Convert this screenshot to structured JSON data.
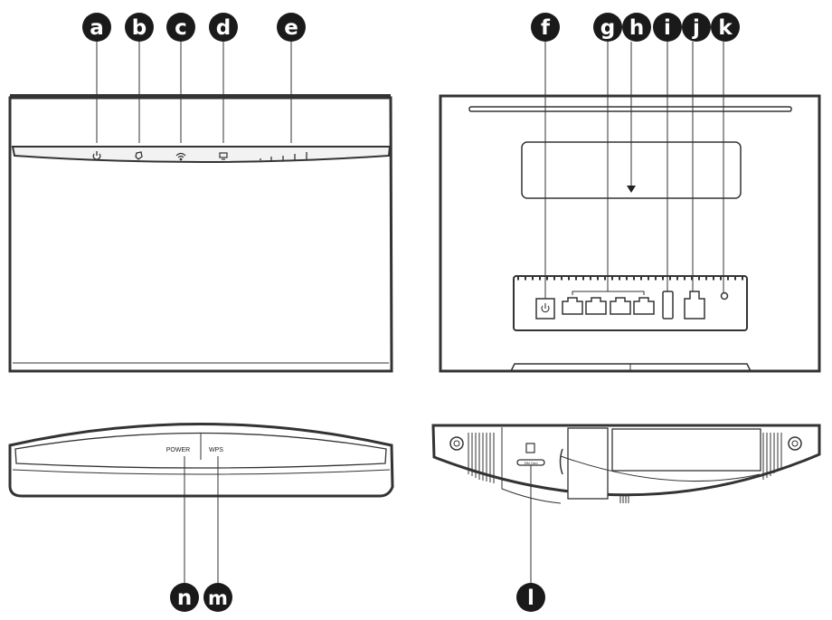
{
  "callouts": {
    "a": "a",
    "b": "b",
    "c": "c",
    "d": "d",
    "e": "e",
    "f": "f",
    "g": "g",
    "h": "h",
    "i": "i",
    "j": "j",
    "k": "k",
    "l": "l",
    "m": "m",
    "n": "n"
  },
  "top_view": {
    "power_button_label": "POWER",
    "wps_button_label": "WPS"
  },
  "bottom_view": {
    "sim_slot_label": "SIM Card"
  },
  "colors": {
    "ink": "#222222",
    "outline": "#333333",
    "callout_fill": "#1a1a1a",
    "callout_text": "#ffffff"
  }
}
